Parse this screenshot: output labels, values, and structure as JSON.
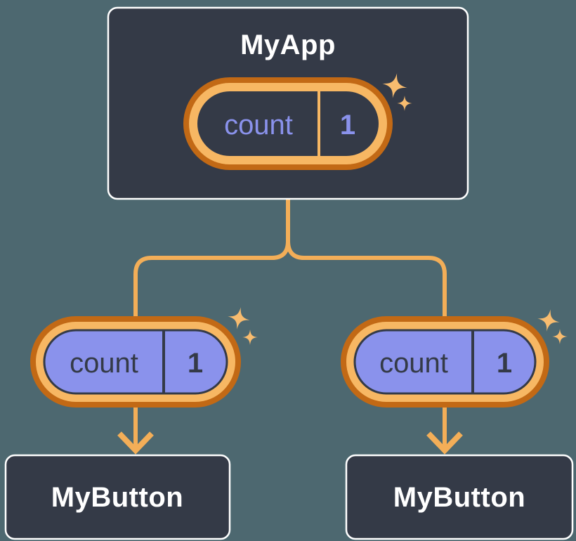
{
  "background_color": "#4D6870",
  "colors": {
    "node_fill": "#343A47",
    "node_border": "#FFFFFF",
    "node_text": "#FFFFFF",
    "ring_outer": "#C26915",
    "ring_inner": "#F7B763",
    "connector": "#F3AE58",
    "sparkle": "#F8BC6F",
    "state_fill": "#8A92EC",
    "state_text_on_dark": "#8A92EC",
    "state_text_on_purple": "#343A47"
  },
  "icons": {
    "sparkle_icon": "✦"
  },
  "diagram": {
    "root": {
      "title": "MyApp",
      "state_name": "count",
      "state_value": "1"
    },
    "children": [
      {
        "title": "MyButton",
        "state_name": "count",
        "state_value": "1"
      },
      {
        "title": "MyButton",
        "state_name": "count",
        "state_value": "1"
      }
    ]
  }
}
